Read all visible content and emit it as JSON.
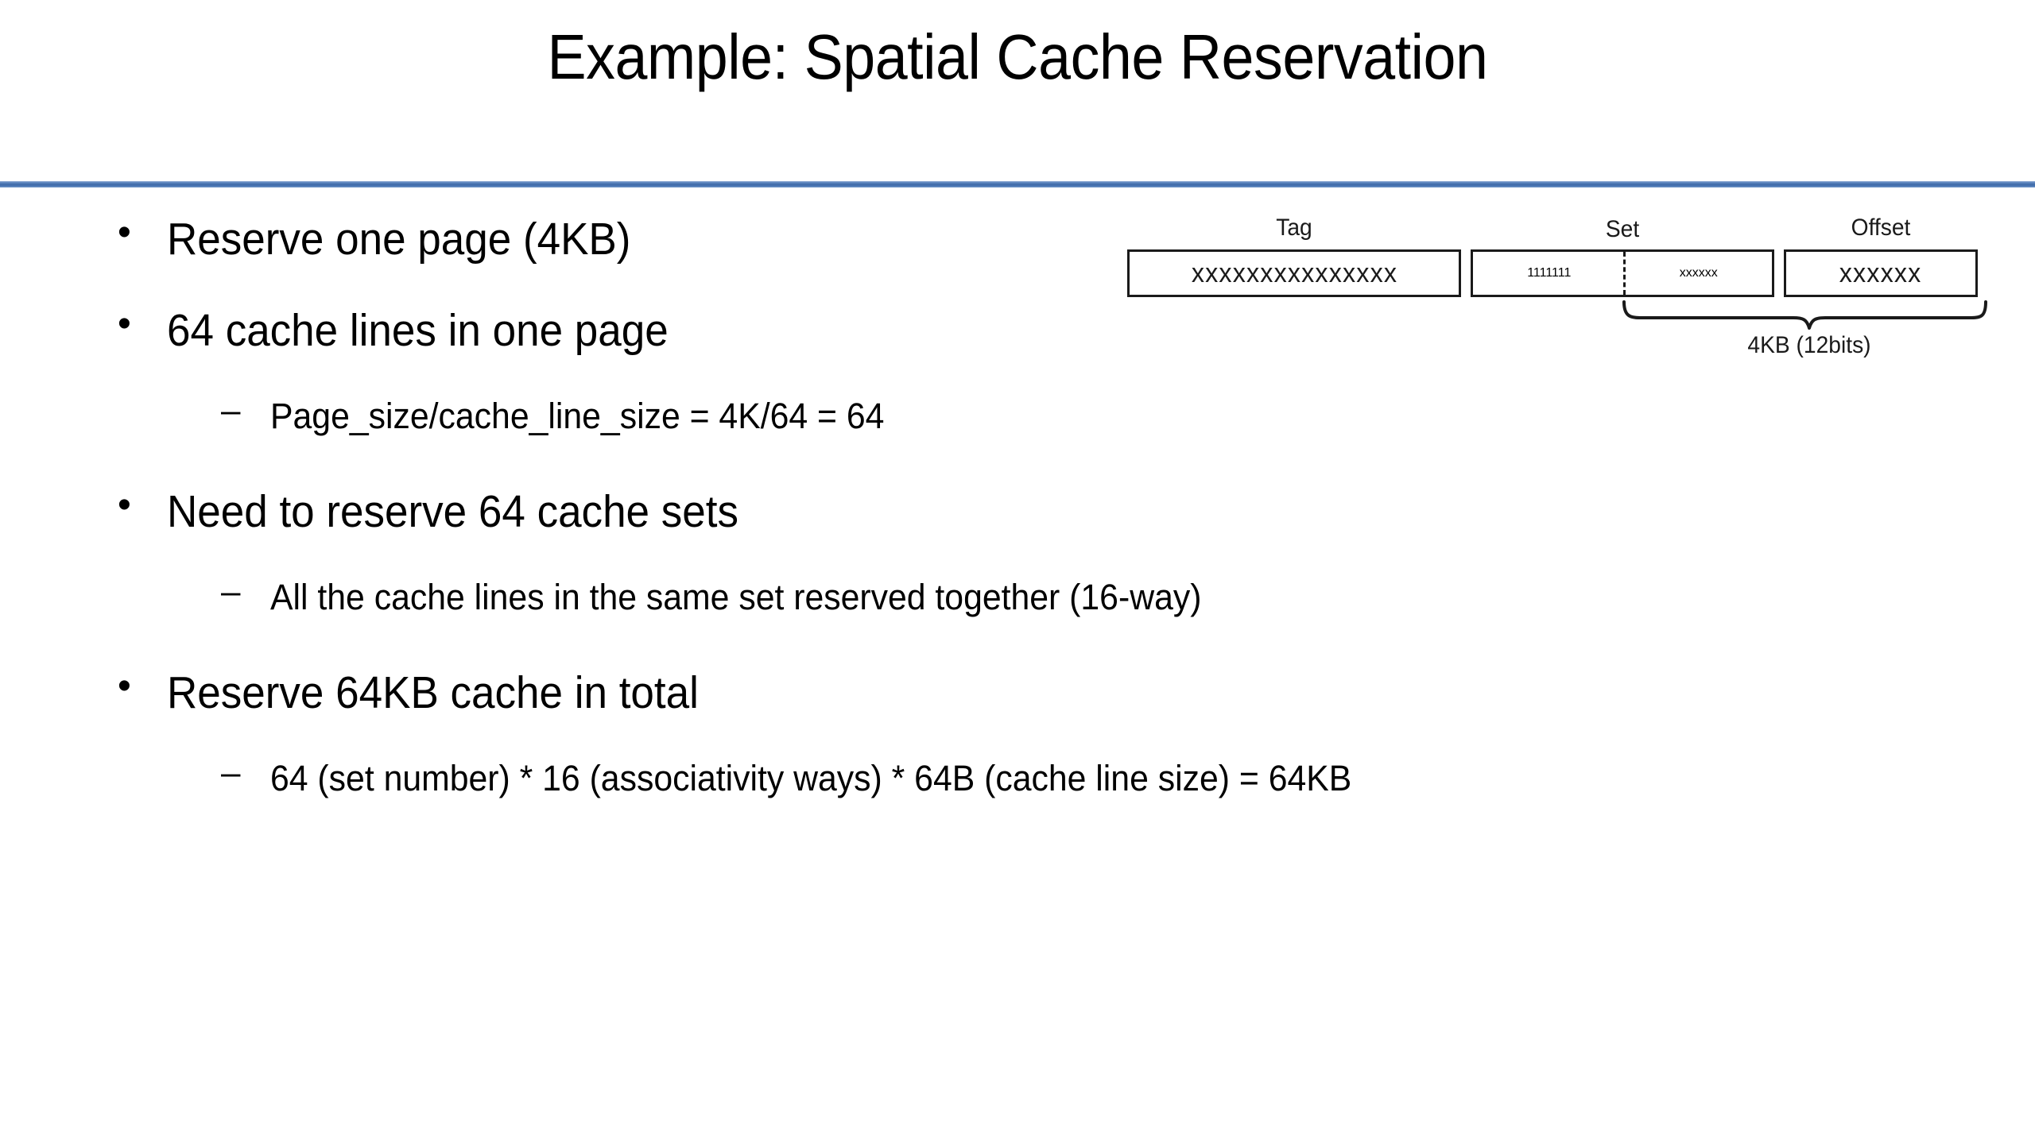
{
  "slide": {
    "title": "Example: Spatial Cache Reservation",
    "accent_color": "#4472a8",
    "background_color": "#ffffff",
    "text_color": "#000000"
  },
  "bullets": [
    {
      "level": 1,
      "marker": "•",
      "text": "Reserve one page (4KB)"
    },
    {
      "level": 1,
      "marker": "•",
      "text": "64 cache lines in one page"
    },
    {
      "level": 2,
      "marker": "–",
      "text": "Page_size/cache_line_size = 4K/64 = 64"
    },
    {
      "level": 1,
      "marker": "•",
      "text": "Need to reserve 64 cache sets"
    },
    {
      "level": 2,
      "marker": "–",
      "text": "All the cache lines in the same set reserved together (16-way)"
    },
    {
      "level": 1,
      "marker": "•",
      "text": "Reserve 64KB cache in total"
    },
    {
      "level": 2,
      "marker": "–",
      "text": "64 (set number) * 16 (associativity ways) * 64B (cache line size) = 64KB"
    }
  ],
  "diagram": {
    "name": "address-bit-field-diagram",
    "labels": {
      "tag": "Tag",
      "set": "Set",
      "offset": "Offset"
    },
    "fields": {
      "tag_bits": "xxxxxxxxxxxxxxx",
      "set_fixed_bits": "1111111",
      "set_variable_bits": "xxxxxx",
      "offset_bits": "xxxxxx"
    },
    "brace_label": "4KB (12bits)",
    "border_color": "#1a1a1a"
  }
}
